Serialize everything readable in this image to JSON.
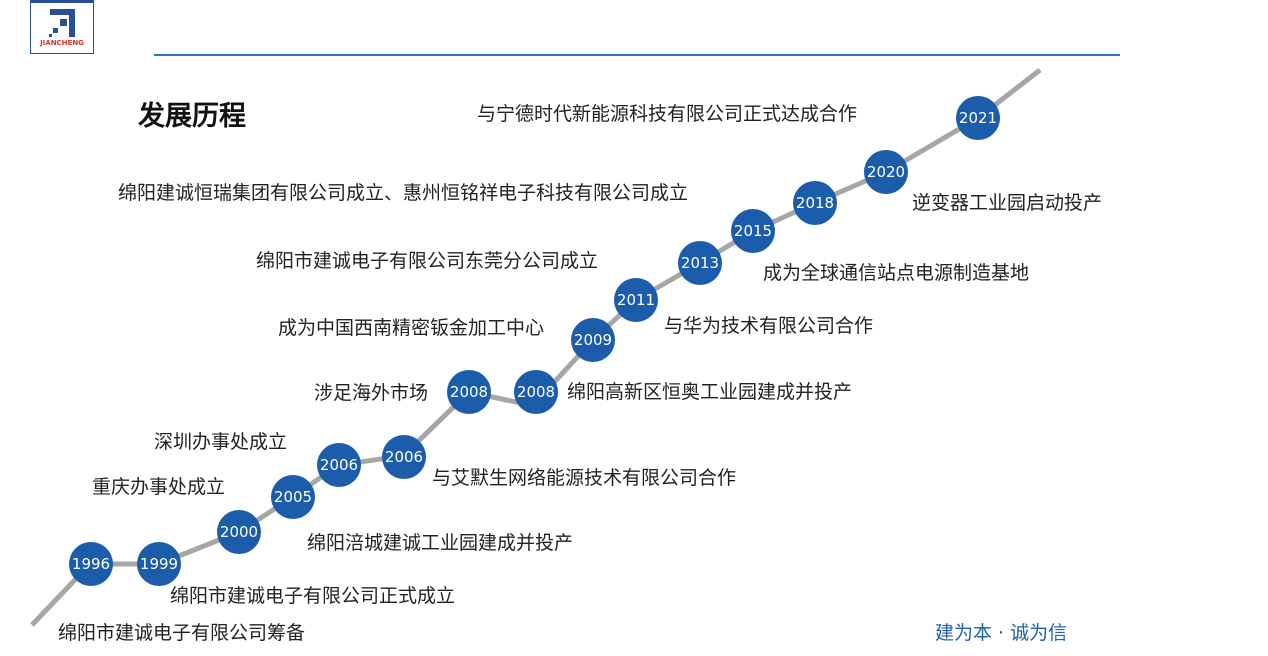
{
  "logo": {
    "text": "JIANCHENG"
  },
  "title": "发展历程",
  "milestones": [
    {
      "year": "1996",
      "text": "绵阳市建诚电子有限公司筹备"
    },
    {
      "year": "1999",
      "text": "绵阳市建诚电子有限公司正式成立"
    },
    {
      "year": "2000",
      "text": "重庆办事处成立"
    },
    {
      "year": "2005",
      "text": "绵阳涪城建诚工业园建成并投产"
    },
    {
      "year": "2006",
      "text": "深圳办事处成立"
    },
    {
      "year": "2006",
      "text": "与艾默生网络能源技术有限公司合作"
    },
    {
      "year": "2008",
      "text": "涉足海外市场"
    },
    {
      "year": "2008",
      "text": "绵阳高新区恒奥工业园建成并投产"
    },
    {
      "year": "2009",
      "text": "成为中国西南精密钣金加工中心"
    },
    {
      "year": "2011",
      "text": "与华为技术有限公司合作"
    },
    {
      "year": "2013",
      "text": "绵阳市建诚电子有限公司东莞分公司成立"
    },
    {
      "year": "2015",
      "text": "成为全球通信站点电源制造基地"
    },
    {
      "year": "2018",
      "text": "绵阳建诚恒瑞集团有限公司成立、惠州恒铭祥电子科技有限公司成立"
    },
    {
      "year": "2020",
      "text": "逆变器工业园启动投产"
    },
    {
      "year": "2021",
      "text": "与宁德时代新能源科技有限公司正式达成合作"
    }
  ],
  "motto": "建为本 · 诚为信",
  "colors": {
    "node": "#1b5dab",
    "line": "#a6a6a6",
    "rule": "#2f74c0"
  }
}
